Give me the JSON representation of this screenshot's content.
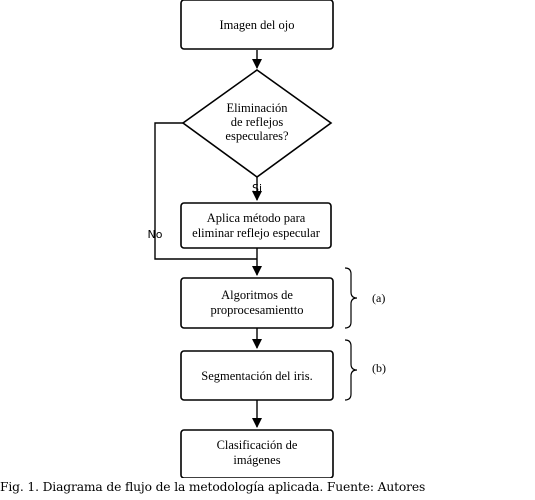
{
  "diagram": {
    "nodes": [
      {
        "id": "n1",
        "shape": "rect",
        "lines": [
          "Imagen del ojo"
        ]
      },
      {
        "id": "n2",
        "shape": "diamond",
        "lines": [
          "Eliminación",
          "de reflejos",
          "especulares?"
        ]
      },
      {
        "id": "n3",
        "shape": "rect",
        "lines": [
          "Aplica método para",
          "eliminar reflejo especular"
        ]
      },
      {
        "id": "n4",
        "shape": "rect",
        "lines": [
          "Algoritmos de",
          "proprocesamientto"
        ]
      },
      {
        "id": "n5",
        "shape": "rect",
        "lines": [
          "Segmentación del iris."
        ]
      },
      {
        "id": "n6",
        "shape": "rect",
        "lines": [
          "Clasificación de",
          "imágenes"
        ]
      }
    ],
    "edges": [
      {
        "from": "n1",
        "to": "n2",
        "label": ""
      },
      {
        "from": "n2",
        "to": "n3",
        "label": "Si"
      },
      {
        "from": "n2",
        "to": "n4",
        "label": "No"
      },
      {
        "from": "n3",
        "to": "n4",
        "label": ""
      },
      {
        "from": "n4",
        "to": "n5",
        "label": ""
      },
      {
        "from": "n5",
        "to": "n6",
        "label": ""
      }
    ],
    "annotations": [
      {
        "target": "n4",
        "label": "(a)"
      },
      {
        "target": "n5",
        "label": "(b)"
      }
    ]
  },
  "caption": "Fig. 1. Diagrama de flujo de la metodología aplicada. Fuente: Autores"
}
